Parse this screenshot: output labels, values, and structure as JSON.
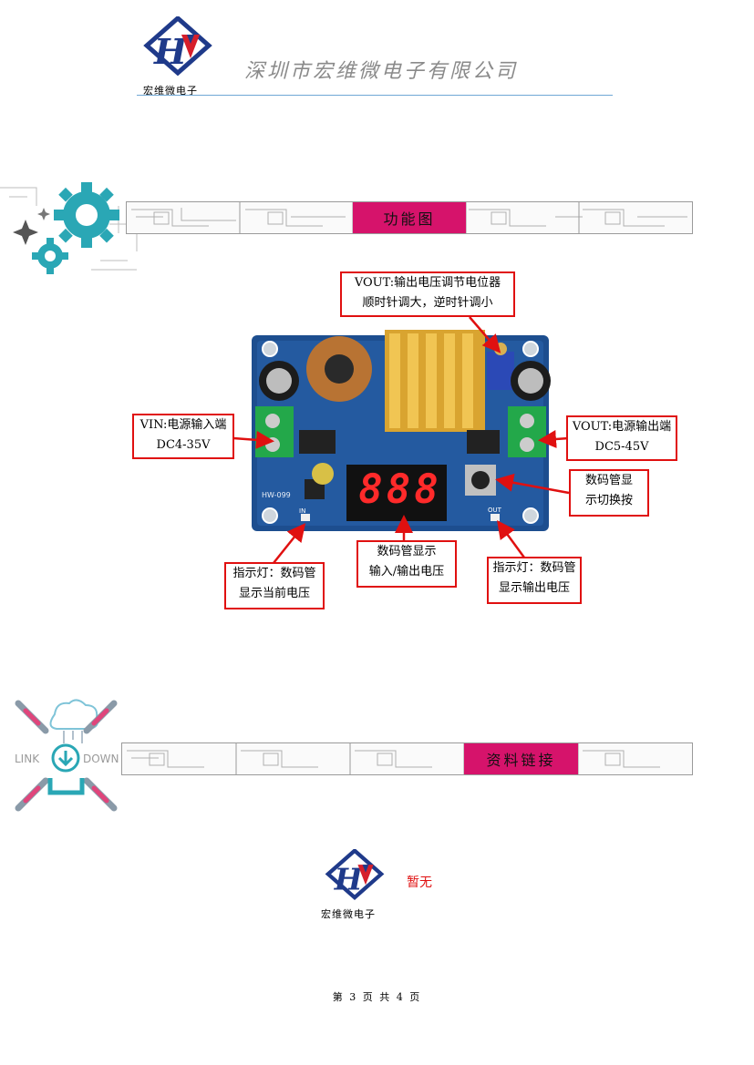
{
  "header": {
    "logo_caption": "宏维微电子",
    "company_name": "深圳市宏维微电子有限公司"
  },
  "section1": {
    "title": "功能图"
  },
  "figure": {
    "board_label": "HW-099",
    "display_digits": "888",
    "in_label": "IN",
    "out_label": "OUT",
    "callouts": {
      "vout_pot": [
        "VOUT:输出电压调节电位器",
        "顺时针调大，逆时针调小"
      ],
      "vin": [
        "VIN:电源输入端",
        "DC4-35V"
      ],
      "vout": [
        "VOUT:电源输出端",
        "DC5-45V"
      ],
      "button": [
        "数码管显",
        "示切换按"
      ],
      "led_in": [
        "指示灯：数码管",
        "显示当前电压"
      ],
      "display": [
        "数码管显示",
        "输入/输出电压"
      ],
      "led_out": [
        "指示灯：数码管",
        "显示输出电压"
      ]
    }
  },
  "section2": {
    "title": "资料链接",
    "icon_left_text": "LINK",
    "icon_right_text": "DOWN"
  },
  "downloads": {
    "logo_caption": "宏维微电子",
    "status": "暂无"
  },
  "footer": {
    "page_text": "第 3 页 共 4 页"
  },
  "colors": {
    "accent": "#d6136b",
    "callout_border": "#e01010",
    "rule": "#6fa8d6",
    "gear": "#2aa7b5"
  }
}
